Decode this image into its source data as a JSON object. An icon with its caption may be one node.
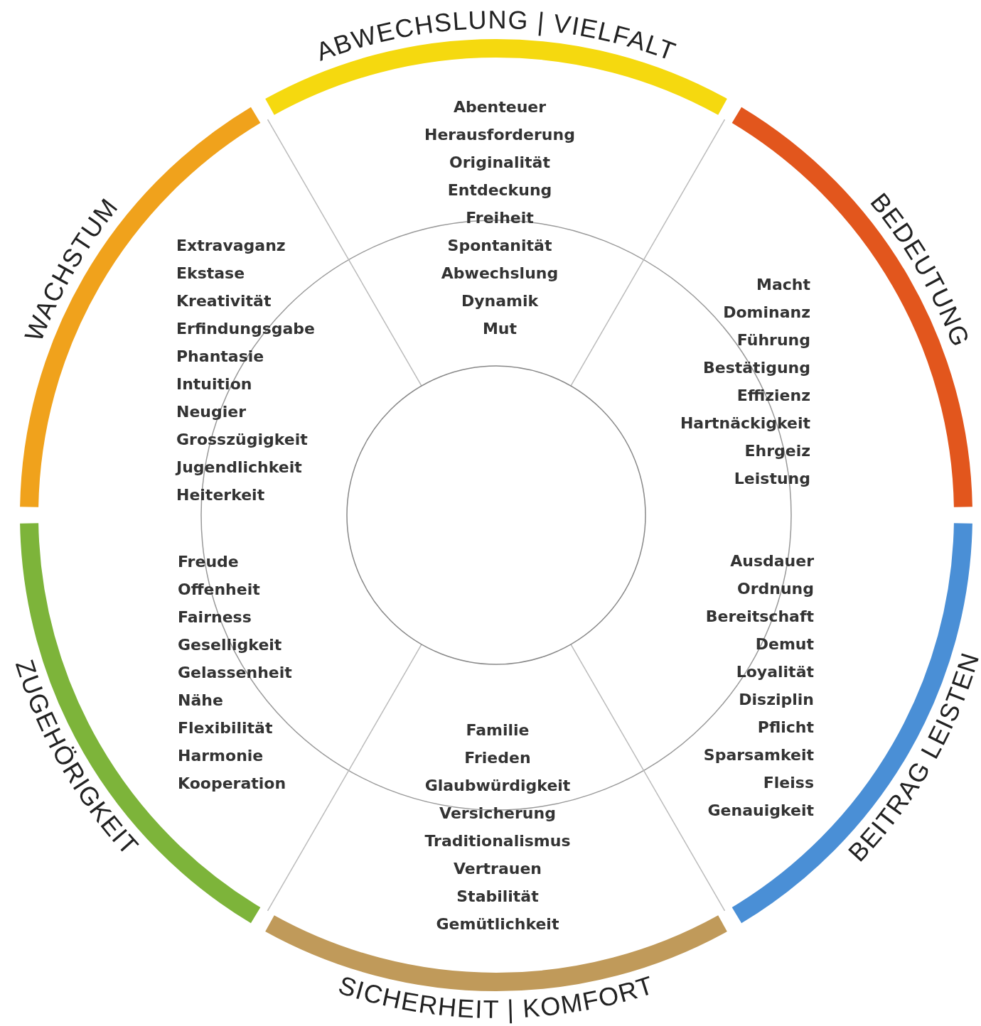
{
  "diagram": {
    "nodes": [
      {
        "text": [
          "ABWECHSLUNG | VIELFALT",
          "Abenteuer",
          "Herausforderung",
          "Originalität",
          "Entdeckung",
          "Freiheit",
          "Spontanität",
          "Abwechslung",
          "Dynamik",
          "Mut"
        ]
      },
      {
        "text": [
          "WACHSTUM",
          "Extravaganz",
          "Ekstase",
          "Kreativität",
          "Erfindungsgabe",
          "Phantasie",
          "Intuition",
          "Neugier",
          "Grosszügigkeit",
          "Jugendlichkeit",
          "Heiterkeit"
        ]
      },
      {
        "text": [
          "BEDEUTUNG",
          "Macht",
          "Dominanz",
          "Führung",
          "Bestätigung",
          "Effizienz",
          "Hartnäckigkeit",
          "Ehrgeiz",
          "Leistung"
        ]
      },
      {
        "text": [
          "ZUGEHÖRIGKEIT",
          "Freude",
          "Offenheit",
          "Fairness",
          "Geselligkeit",
          "Gelassenheit",
          "Nähe",
          "Flexibilität",
          "Harmonie",
          "Kooperation"
        ]
      },
      {
        "text": [
          "BEITRAG LEISTEN",
          "Ausdauer",
          "Ordnung",
          "Bereitschaft",
          "Demut",
          "Loyalität",
          "Disziplin",
          "Pflicht",
          "Sparsamkeit",
          "Fleiss",
          "Genauigkeit"
        ]
      },
      {
        "text": [
          "Familie",
          "Frieden",
          "Glaubwürdigkeit",
          "Versicherung",
          "Traditionalismus",
          "Vertrauen",
          "Stabilität",
          "Gemütlichkeit",
          "SICHERHEIT | KOMFORT"
        ]
      },
      {
        "text": [],
        "shape": "circle"
      }
    ]
  }
}
